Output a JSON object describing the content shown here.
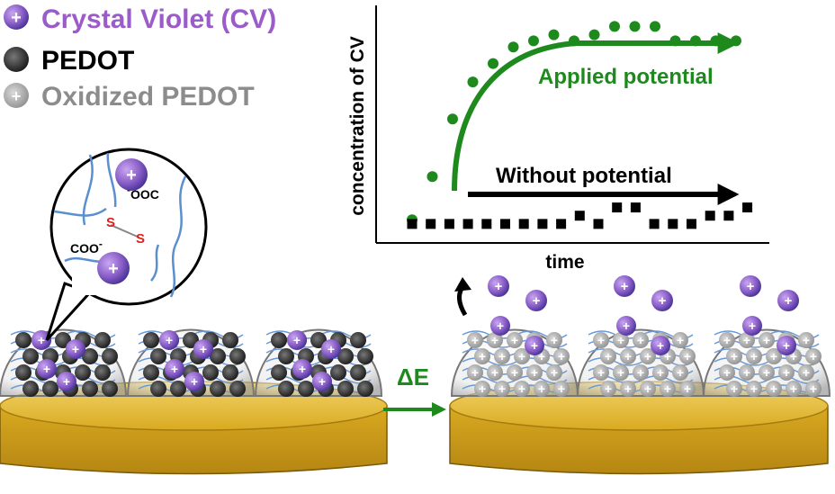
{
  "legend": {
    "cv_label": "Crystal Violet (CV)",
    "pedot_label": "PEDOT",
    "oxidized_label": "Oxidized PEDOT",
    "plus_sign": "+"
  },
  "colors": {
    "cv_purple": "#8a5fc8",
    "cv_text": "#9b5cc9",
    "green": "#1e8a1e",
    "black": "#000000",
    "gray_text": "#8c8c8c",
    "gold": "#e3b72c",
    "bond_red": "#e0201c",
    "fiber_blue": "#5b8fd0"
  },
  "inset": {
    "carboxylate_top": "OOC",
    "carboxylate_bottom": "COO",
    "minus_sign": "-",
    "sulfur": "S"
  },
  "transition_label": "ΔE",
  "chart_data": {
    "type": "scatter",
    "xlabel": "time",
    "ylabel": "concentration of CV",
    "series": [
      {
        "name": "Applied potential",
        "color": "#1e8a1e",
        "marker": "circle",
        "values": [
          0.06,
          0.27,
          0.55,
          0.73,
          0.82,
          0.9,
          0.93,
          0.96,
          0.93,
          0.96,
          1.0,
          1.0,
          1.0,
          0.93,
          0.93,
          0.93,
          0.93
        ]
      },
      {
        "name": "Without potential",
        "color": "#000000",
        "marker": "square",
        "values": [
          0.04,
          0.04,
          0.04,
          0.04,
          0.04,
          0.04,
          0.04,
          0.04,
          0.04,
          0.08,
          0.04,
          0.12,
          0.12,
          0.04,
          0.04,
          0.04,
          0.08,
          0.08,
          0.12
        ]
      }
    ],
    "ylim": [
      0,
      1.05
    ]
  }
}
